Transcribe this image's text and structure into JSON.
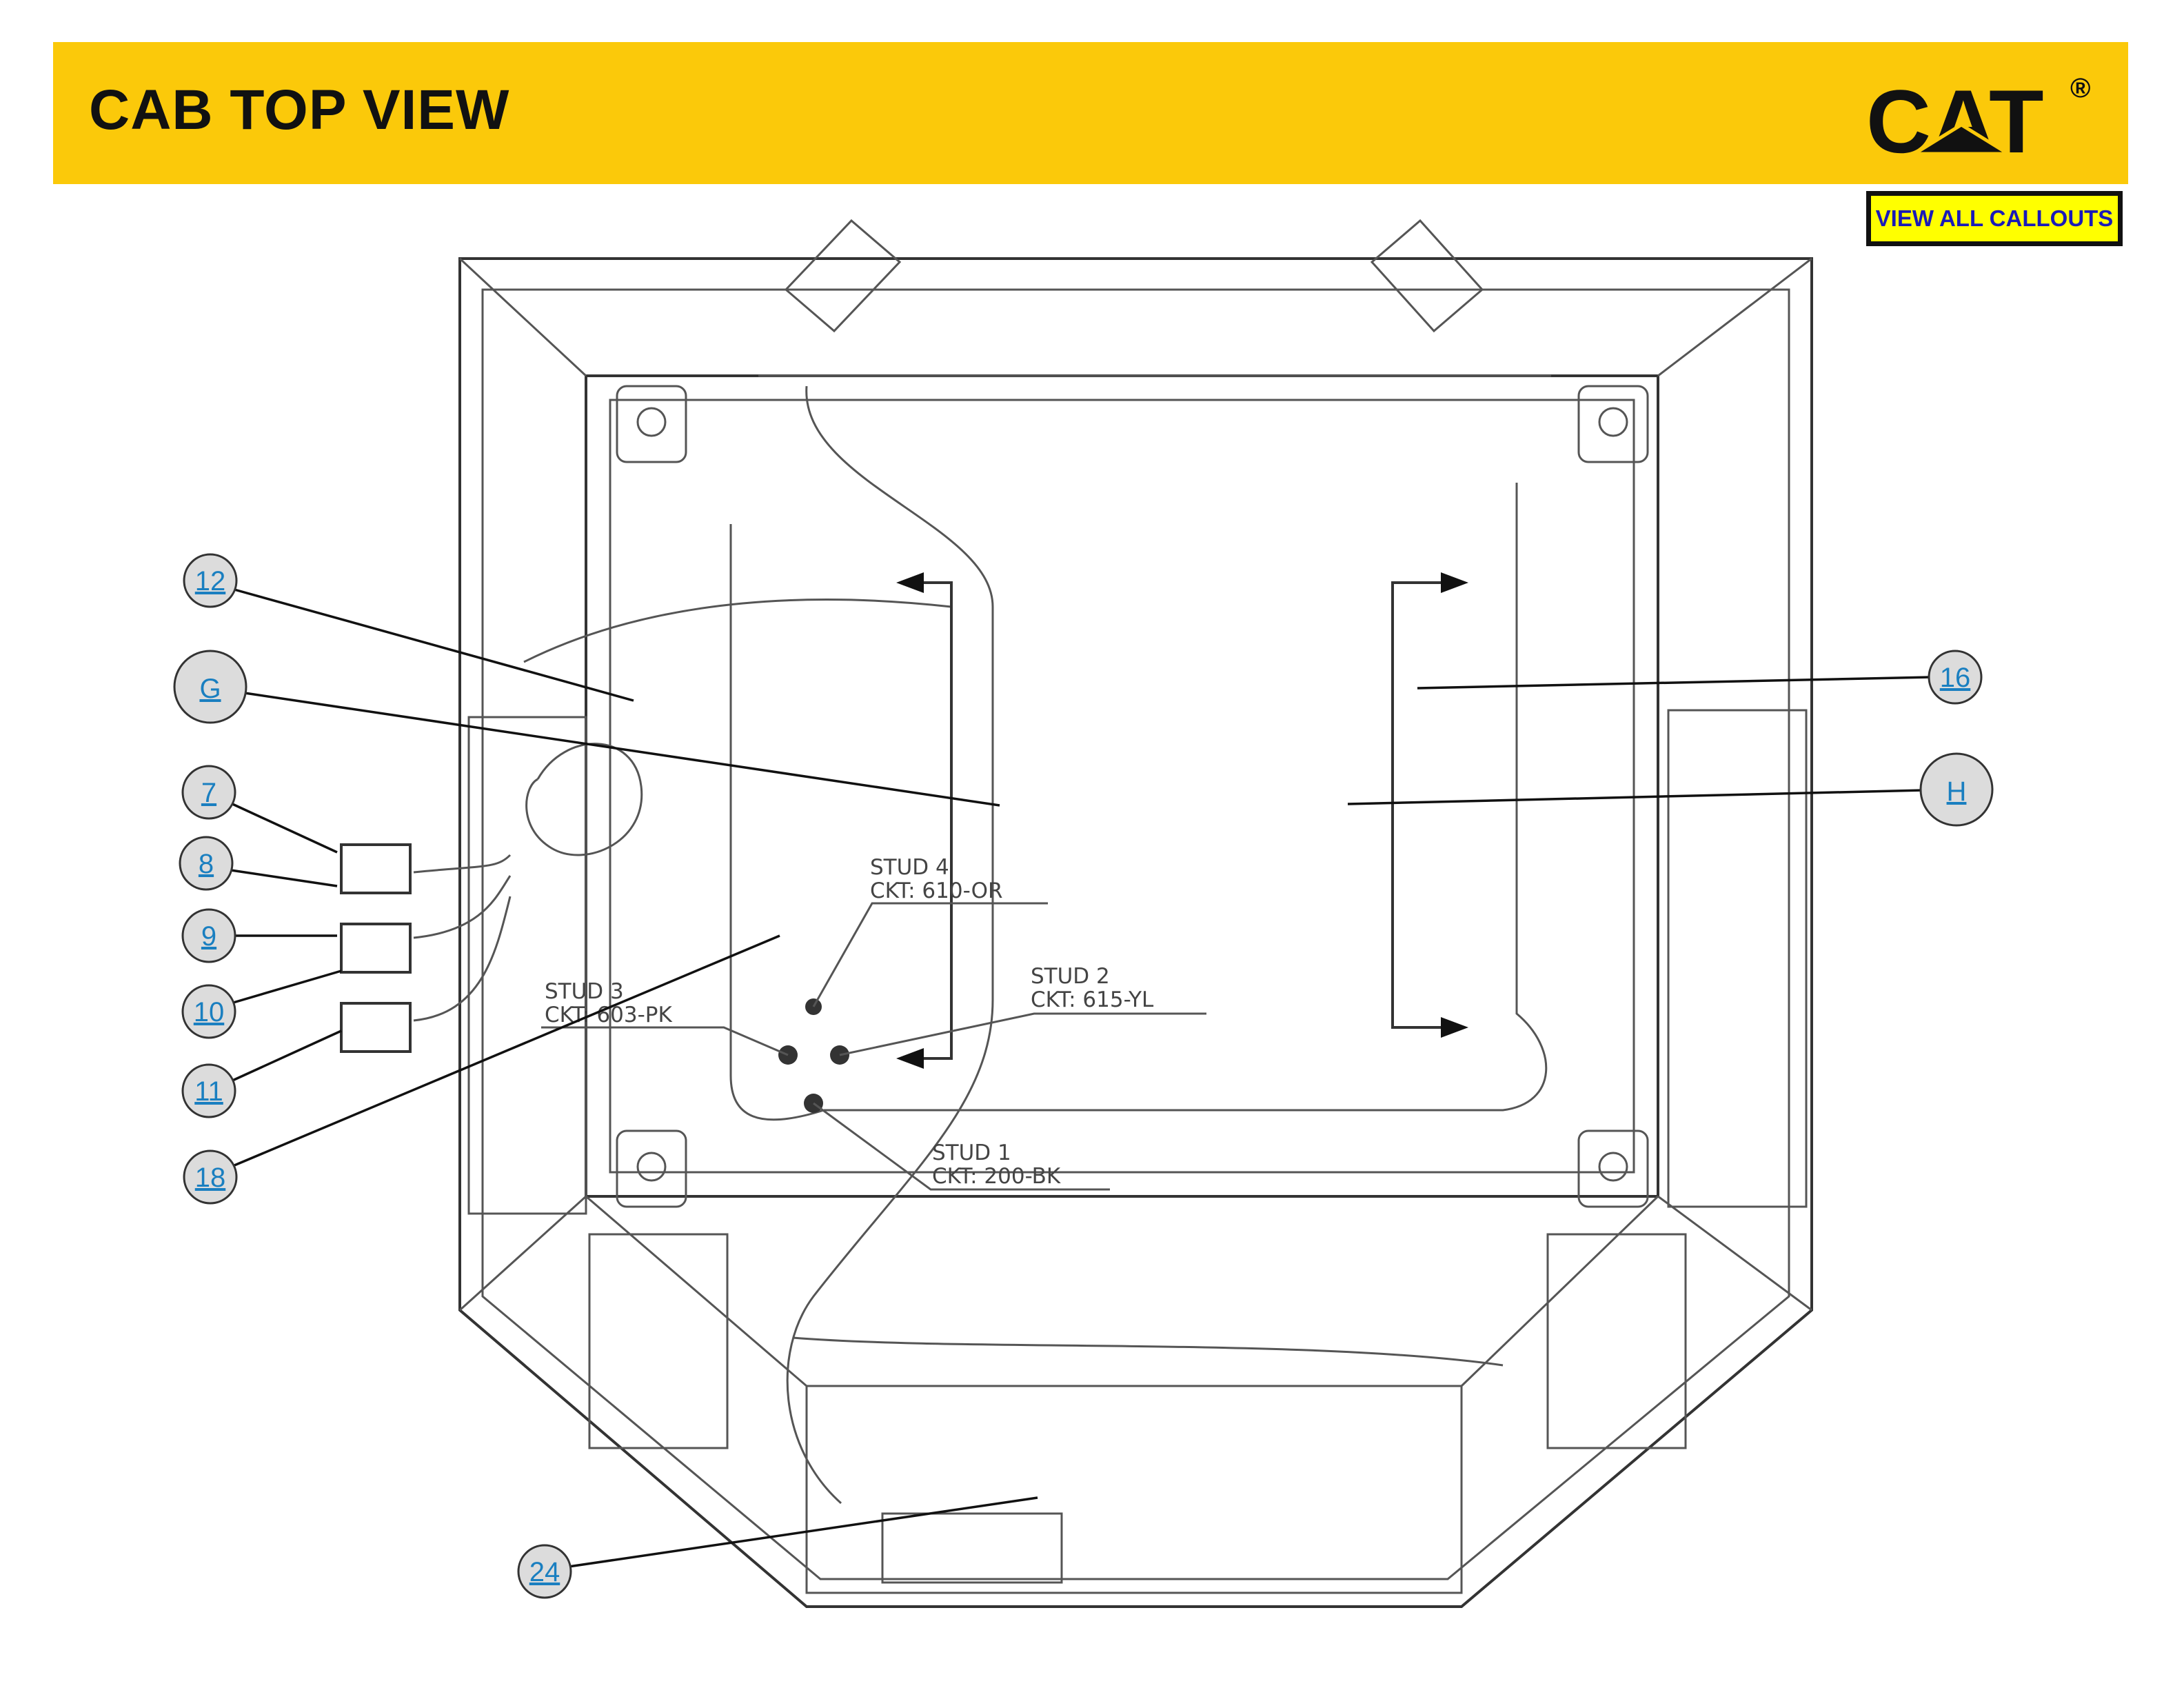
{
  "header": {
    "title": "CAB TOP VIEW",
    "logo_text": "CAT",
    "logo_mark": "®",
    "bar_color": "#fbc90a"
  },
  "button": {
    "label": "VIEW ALL CALLOUTS"
  },
  "callouts": [
    {
      "label": "12"
    },
    {
      "label": "G"
    },
    {
      "label": "7"
    },
    {
      "label": "8"
    },
    {
      "label": "9"
    },
    {
      "label": "10"
    },
    {
      "label": "11"
    },
    {
      "label": "18"
    },
    {
      "label": "24"
    },
    {
      "label": "16"
    },
    {
      "label": "H"
    }
  ],
  "studs": [
    {
      "name": "STUD 4",
      "circuit": "CKT: 610-OR"
    },
    {
      "name": "STUD 2",
      "circuit": "CKT: 615-YL"
    },
    {
      "name": "STUD 3",
      "circuit": "CKT: 603-PK"
    },
    {
      "name": "STUD 1",
      "circuit": "CKT: 200-BK"
    }
  ]
}
